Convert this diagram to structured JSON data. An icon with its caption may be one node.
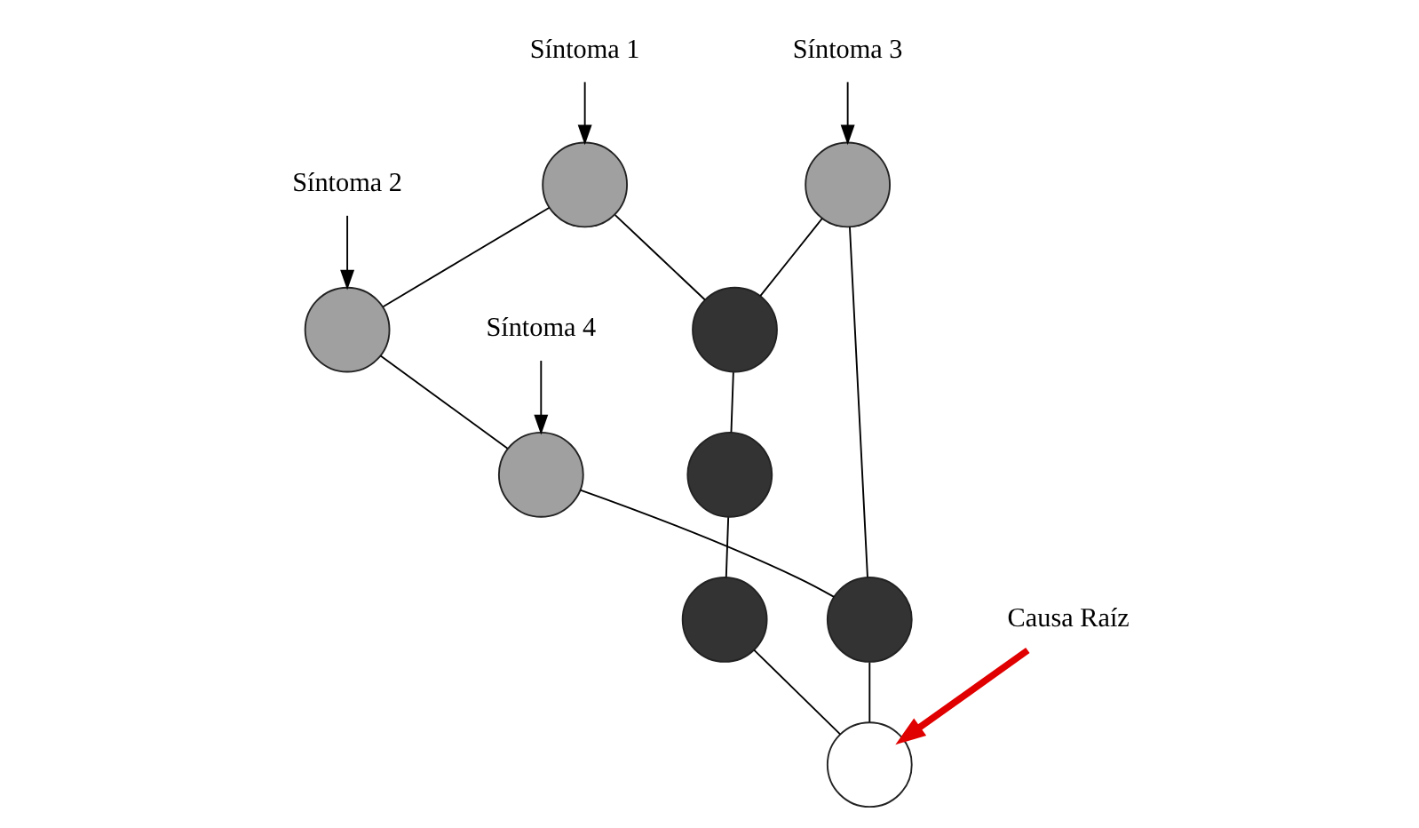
{
  "diagram": {
    "nodes": [
      {
        "text": [
          "Síntoma 2"
        ]
      },
      {
        "text": [],
        "shape": "circle"
      },
      {
        "text": [
          "Síntoma 3"
        ]
      },
      {
        "text": [
          "Síntoma 1"
        ]
      },
      {
        "text": [],
        "shape": "circle"
      },
      {
        "text": [],
        "shape": "circle"
      },
      {
        "text": [],
        "shape": "circle"
      },
      {
        "text": [
          "Síntoma 4"
        ]
      },
      {
        "text": [],
        "shape": "circle"
      },
      {
        "text": [],
        "shape": "circle"
      },
      {
        "text": [],
        "shape": "circle"
      },
      {
        "text": [],
        "shape": "circle"
      },
      {
        "text": [],
        "shape": "circle"
      },
      {
        "text": [
          "Causa Raíz"
        ]
      }
    ],
    "edges": [
      {
        "from": 0,
        "to": 1,
        "arrow": "to"
      },
      {
        "from": 2,
        "to": 5,
        "arrow": "to"
      },
      {
        "from": 3,
        "to": 4,
        "arrow": "to"
      },
      {
        "from": 7,
        "to": 6,
        "arrow": "to"
      },
      {
        "from": 13,
        "to": 12,
        "arrow": "to",
        "style": "thick",
        "color": "#e00000"
      },
      {
        "from": 4,
        "to": 1,
        "arrow": "none"
      },
      {
        "from": 1,
        "to": 6,
        "arrow": "none"
      },
      {
        "from": 4,
        "to": 8,
        "arrow": "none"
      },
      {
        "from": 5,
        "to": 8,
        "arrow": "none"
      },
      {
        "from": 5,
        "to": 10,
        "arrow": "none"
      },
      {
        "from": 6,
        "to": 10,
        "arrow": "none"
      },
      {
        "from": 8,
        "to": 9,
        "arrow": "none"
      },
      {
        "from": 9,
        "to": 11,
        "arrow": "none"
      },
      {
        "from": 11,
        "to": 12,
        "arrow": "none"
      },
      {
        "from": 10,
        "to": 12,
        "arrow": "none"
      }
    ]
  }
}
